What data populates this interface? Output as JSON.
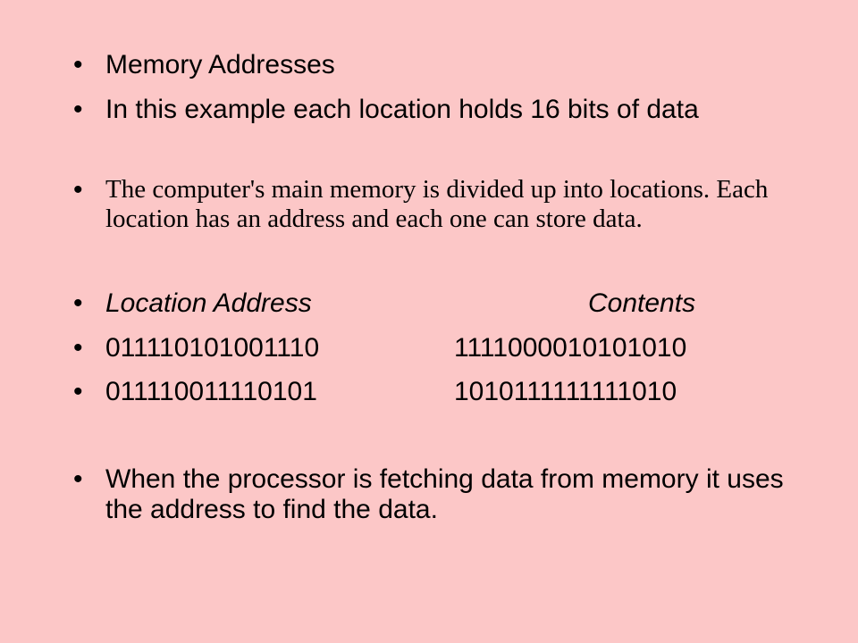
{
  "bullet_char": "•",
  "bullets": {
    "title": "Memory Addresses",
    "example": "In this example each location holds 16 bits of data",
    "description": "The computer's main memory is divided up into locations.  Each location has an address and each one can store data."
  },
  "table": {
    "header": {
      "address": "Location Address",
      "contents": "Contents"
    },
    "rows": [
      {
        "address": "011110101001110",
        "contents": "1111000010101010"
      },
      {
        "address": "011110011110101",
        "contents": "1010111111111010"
      }
    ]
  },
  "conclusion": "When the processor is fetching data from memory it uses the address to find the data."
}
